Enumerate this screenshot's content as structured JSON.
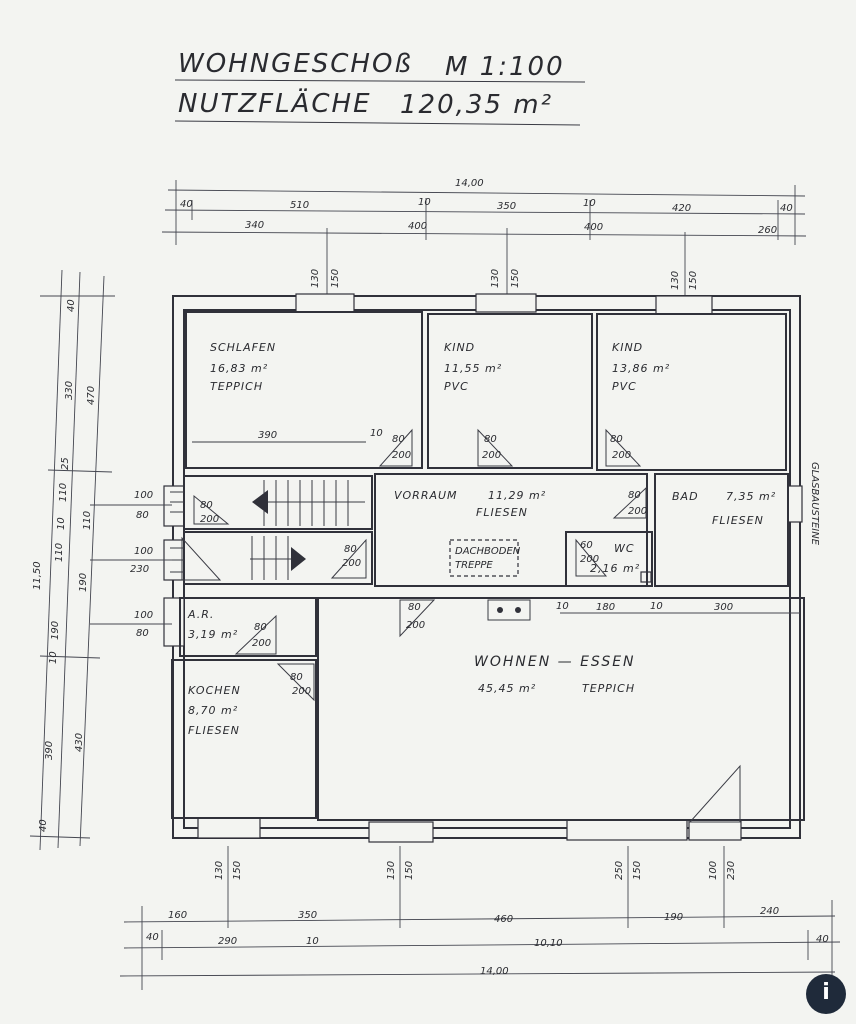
{
  "header": {
    "title_left": "WOHNGESCHOß",
    "title_scale": "M 1:100",
    "area_label": "NUTZFLÄCHE",
    "area_value": "120,35 m²"
  },
  "rooms": {
    "schlafen": {
      "name": "SCHLAFEN",
      "area": "16,83 m²",
      "floor": "TEPPICH"
    },
    "kind1": {
      "name": "KIND",
      "area": "11,55 m²",
      "floor": "PVC"
    },
    "kind2": {
      "name": "KIND",
      "area": "13,86 m²",
      "floor": "PVC"
    },
    "vorraum": {
      "name": "VORRAUM",
      "area": "11,29 m²",
      "floor": "FLIESEN"
    },
    "bad": {
      "name": "BAD",
      "area": "7,35 m²",
      "floor": "FLIESEN"
    },
    "wc": {
      "name": "WC",
      "area": "2,16 m²"
    },
    "ar": {
      "name": "A.R.",
      "area": "3,19 m²"
    },
    "kochen": {
      "name": "KOCHEN",
      "area": "8,70 m²",
      "floor": "FLIESEN"
    },
    "wohnen": {
      "name": "WOHNEN — ESSEN",
      "area": "45,45 m²",
      "floor": "TEPPICH"
    },
    "dachboden": {
      "line1": "DACHBODEN",
      "line2": "TREPPE"
    }
  },
  "side_label": "GLASBAUSTEINE",
  "dims": {
    "top_total": "14,00",
    "top_row1": [
      "40",
      "510",
      "10",
      "350",
      "10",
      "420",
      "40"
    ],
    "top_row2": [
      "340",
      "400",
      "400",
      "260"
    ],
    "top_windows": [
      [
        "130",
        "150"
      ],
      [
        "130",
        "150"
      ],
      [
        "130",
        "150"
      ]
    ],
    "bottom_row1": [
      "160",
      "350",
      "460",
      "190",
      "240"
    ],
    "bottom_row2": [
      "40",
      "290",
      "10",
      "10,10",
      "40"
    ],
    "bottom_total": "14,00",
    "bottom_windows": [
      [
        "130",
        "150"
      ],
      [
        "130",
        "150"
      ],
      [
        "250",
        "150"
      ],
      [
        "100",
        "230"
      ]
    ],
    "left_total": "11,50",
    "left_outer": [
      "40",
      "330",
      "25",
      "110",
      "10",
      "110",
      "190",
      "10",
      "390",
      "40"
    ],
    "left_inner": [
      "470",
      "110",
      "430"
    ],
    "left_mid": [
      "110",
      "190",
      "10"
    ],
    "openings_left": [
      "100",
      "80",
      "100",
      "230",
      "100",
      "80"
    ],
    "schlafen_width": "390",
    "schlafen_gap": "10",
    "door_marks": [
      "80",
      "200"
    ],
    "inner_row": [
      "10",
      "180",
      "10",
      "300"
    ],
    "wc_door": [
      "60",
      "200"
    ]
  },
  "logo_glyph": "i"
}
